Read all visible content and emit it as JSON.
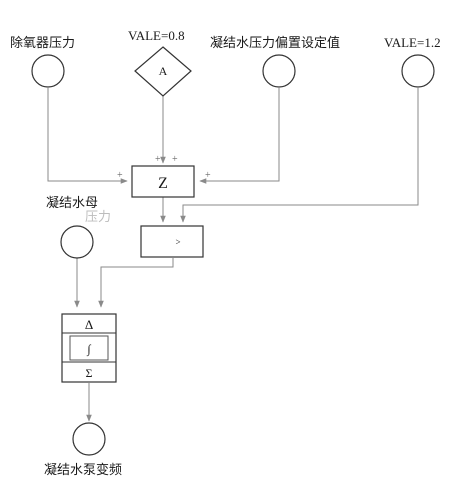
{
  "inputs": {
    "deaerator_pressure": "除氧器压力",
    "constant_a_value": "VALE=0.8",
    "constant_a_symbol": "A",
    "setpoint": "凝结水压力偏置设定值",
    "constant_b_value": "VALE=1.2",
    "condensate_header": "凝结水母",
    "condensate_header_overflow": "压力"
  },
  "blocks": {
    "sum_block": "Z",
    "compare_block": ">",
    "pid_delta": "Δ",
    "pid_integral": "∫",
    "pid_sum": "Σ"
  },
  "signs": {
    "left": "+",
    "top": "+",
    "top_right": "+",
    "right": "+"
  },
  "output": {
    "pump_vfd": "凝结水泵变频"
  }
}
